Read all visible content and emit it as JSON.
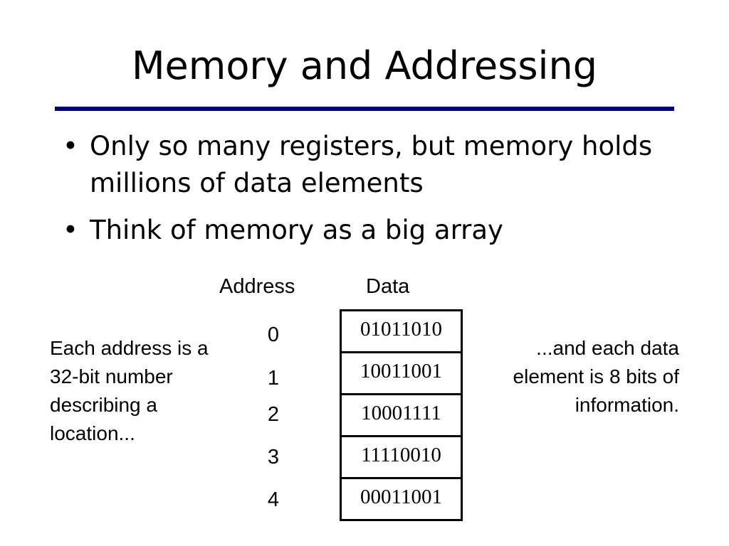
{
  "slide": {
    "title": "Memory and Addressing",
    "bullets": [
      "Only so many registers, but memory holds millions of data elements",
      "Think of memory as a big array"
    ]
  },
  "diagram": {
    "address_header": "Address",
    "data_header": "Data",
    "rows": [
      {
        "address": "0",
        "data": "01011010"
      },
      {
        "address": "1",
        "data": "10011001"
      },
      {
        "address": "2",
        "data": "10001111"
      },
      {
        "address": "3",
        "data": "11110010"
      },
      {
        "address": "4",
        "data": "00011001"
      }
    ],
    "left_note": "Each address is a 32-bit number describing a location...",
    "right_note": "...and each data element is 8 bits of information."
  },
  "colors": {
    "rule": "#000080"
  }
}
